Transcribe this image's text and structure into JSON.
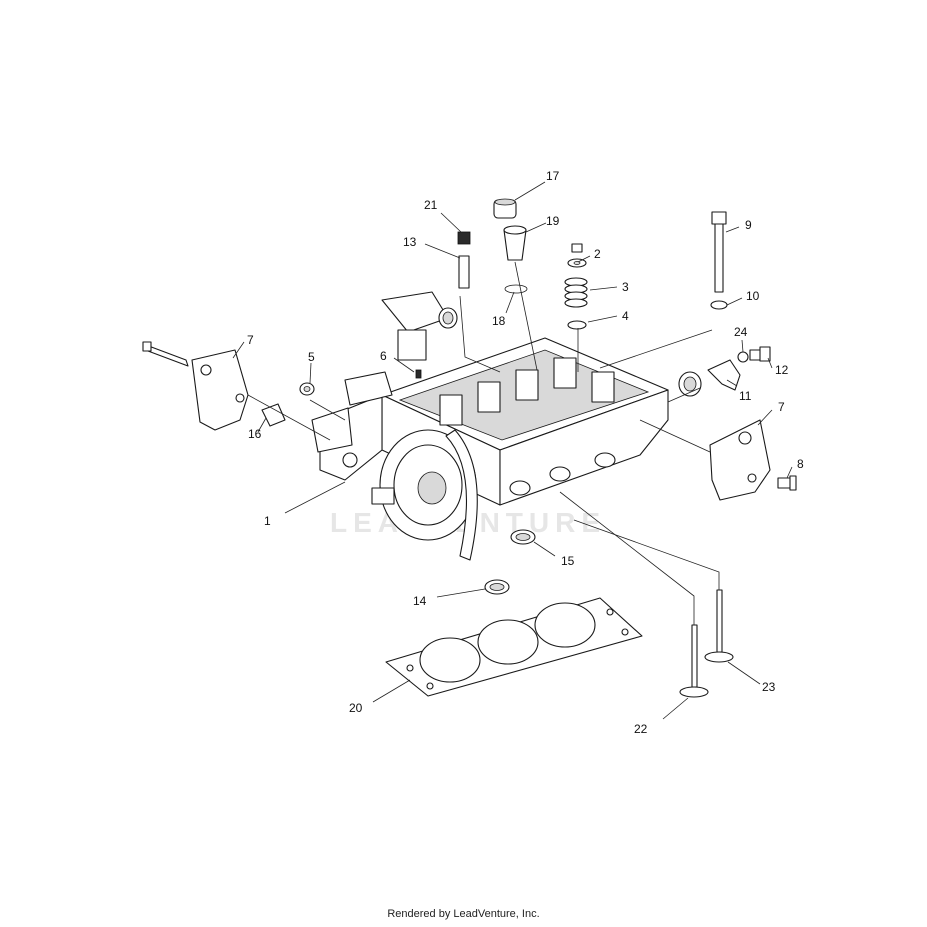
{
  "watermark": "LEADVENTURE",
  "footer": "Rendered by LeadVenture, Inc.",
  "callouts": [
    "1",
    "2",
    "3",
    "4",
    "5",
    "6",
    "7",
    "7",
    "8",
    "9",
    "10",
    "11",
    "12",
    "13",
    "14",
    "15",
    "16",
    "17",
    "18",
    "19",
    "20",
    "21",
    "22",
    "23",
    "24"
  ]
}
